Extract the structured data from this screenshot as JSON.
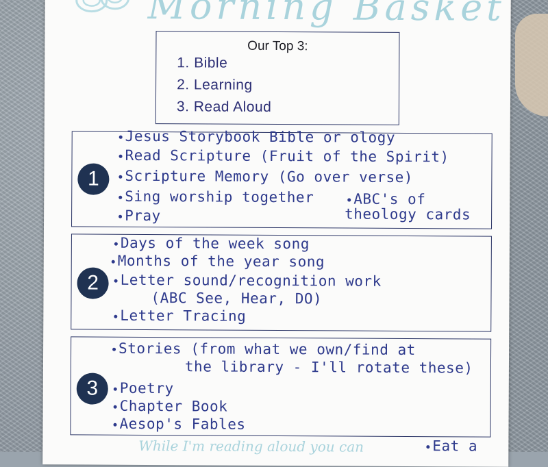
{
  "header": {
    "title": "Morning Basket",
    "logo_icon": "flower-icon",
    "accent_color": "#a9d3dc"
  },
  "top3": {
    "title": "Our Top 3:",
    "items": [
      "1. Bible",
      "2. Learning",
      "3. Read Aloud"
    ]
  },
  "sections": [
    {
      "number": "1",
      "items": [
        "Jesus Storybook Bible or ology",
        "Read Scripture (Fruit of the Spirit)",
        "Scripture Memory (Go over verse)",
        "Sing worship together",
        "Pray"
      ],
      "side_note_line1": "ABC's of",
      "side_note_line2": "theology cards"
    },
    {
      "number": "2",
      "items": [
        "Days of the week song",
        "Months of the year song",
        "Letter sound/recognition work",
        "(ABC See, Hear, DO)",
        "Letter Tracing"
      ]
    },
    {
      "number": "3",
      "items": [
        "Stories (from what we own/find at",
        "the library - I'll rotate these)",
        "Poetry",
        "Chapter Book",
        "Aesop's Fables"
      ]
    }
  ],
  "footer": {
    "script_text": "While I'm reading aloud you can",
    "handwritten": "Eat a"
  },
  "colors": {
    "ink": "#2e3a8c",
    "circle": "#1f3252",
    "border": "#2b3566"
  }
}
